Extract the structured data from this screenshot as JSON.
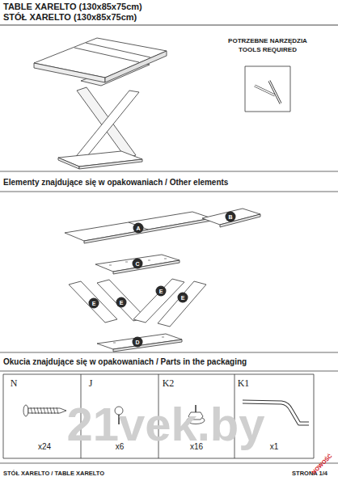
{
  "diagram": {
    "title": "TABLE XARELTO (130x85x75cm)",
    "labels": [
      "STÓŁ XARELTO (130x85x75cm)",
      "POTRZEBNE NARZĘDZIA",
      "TOOLS REQUIRED",
      "Elementy znajdujące się w opakowaniach / Other elements",
      "A",
      "B",
      "C",
      "E",
      "E",
      "E",
      "E",
      "D",
      "Okucia znajdujące się w opakowaniach / Parts in the packaging",
      "N",
      "J",
      "K2",
      "K1",
      "x24",
      "x6",
      "x16",
      "x1",
      "21vek.by",
      "STÓŁ XARELTO / TABLE XARELTO",
      "STRONA 1/4",
      "NOWOŚĆ"
    ]
  }
}
